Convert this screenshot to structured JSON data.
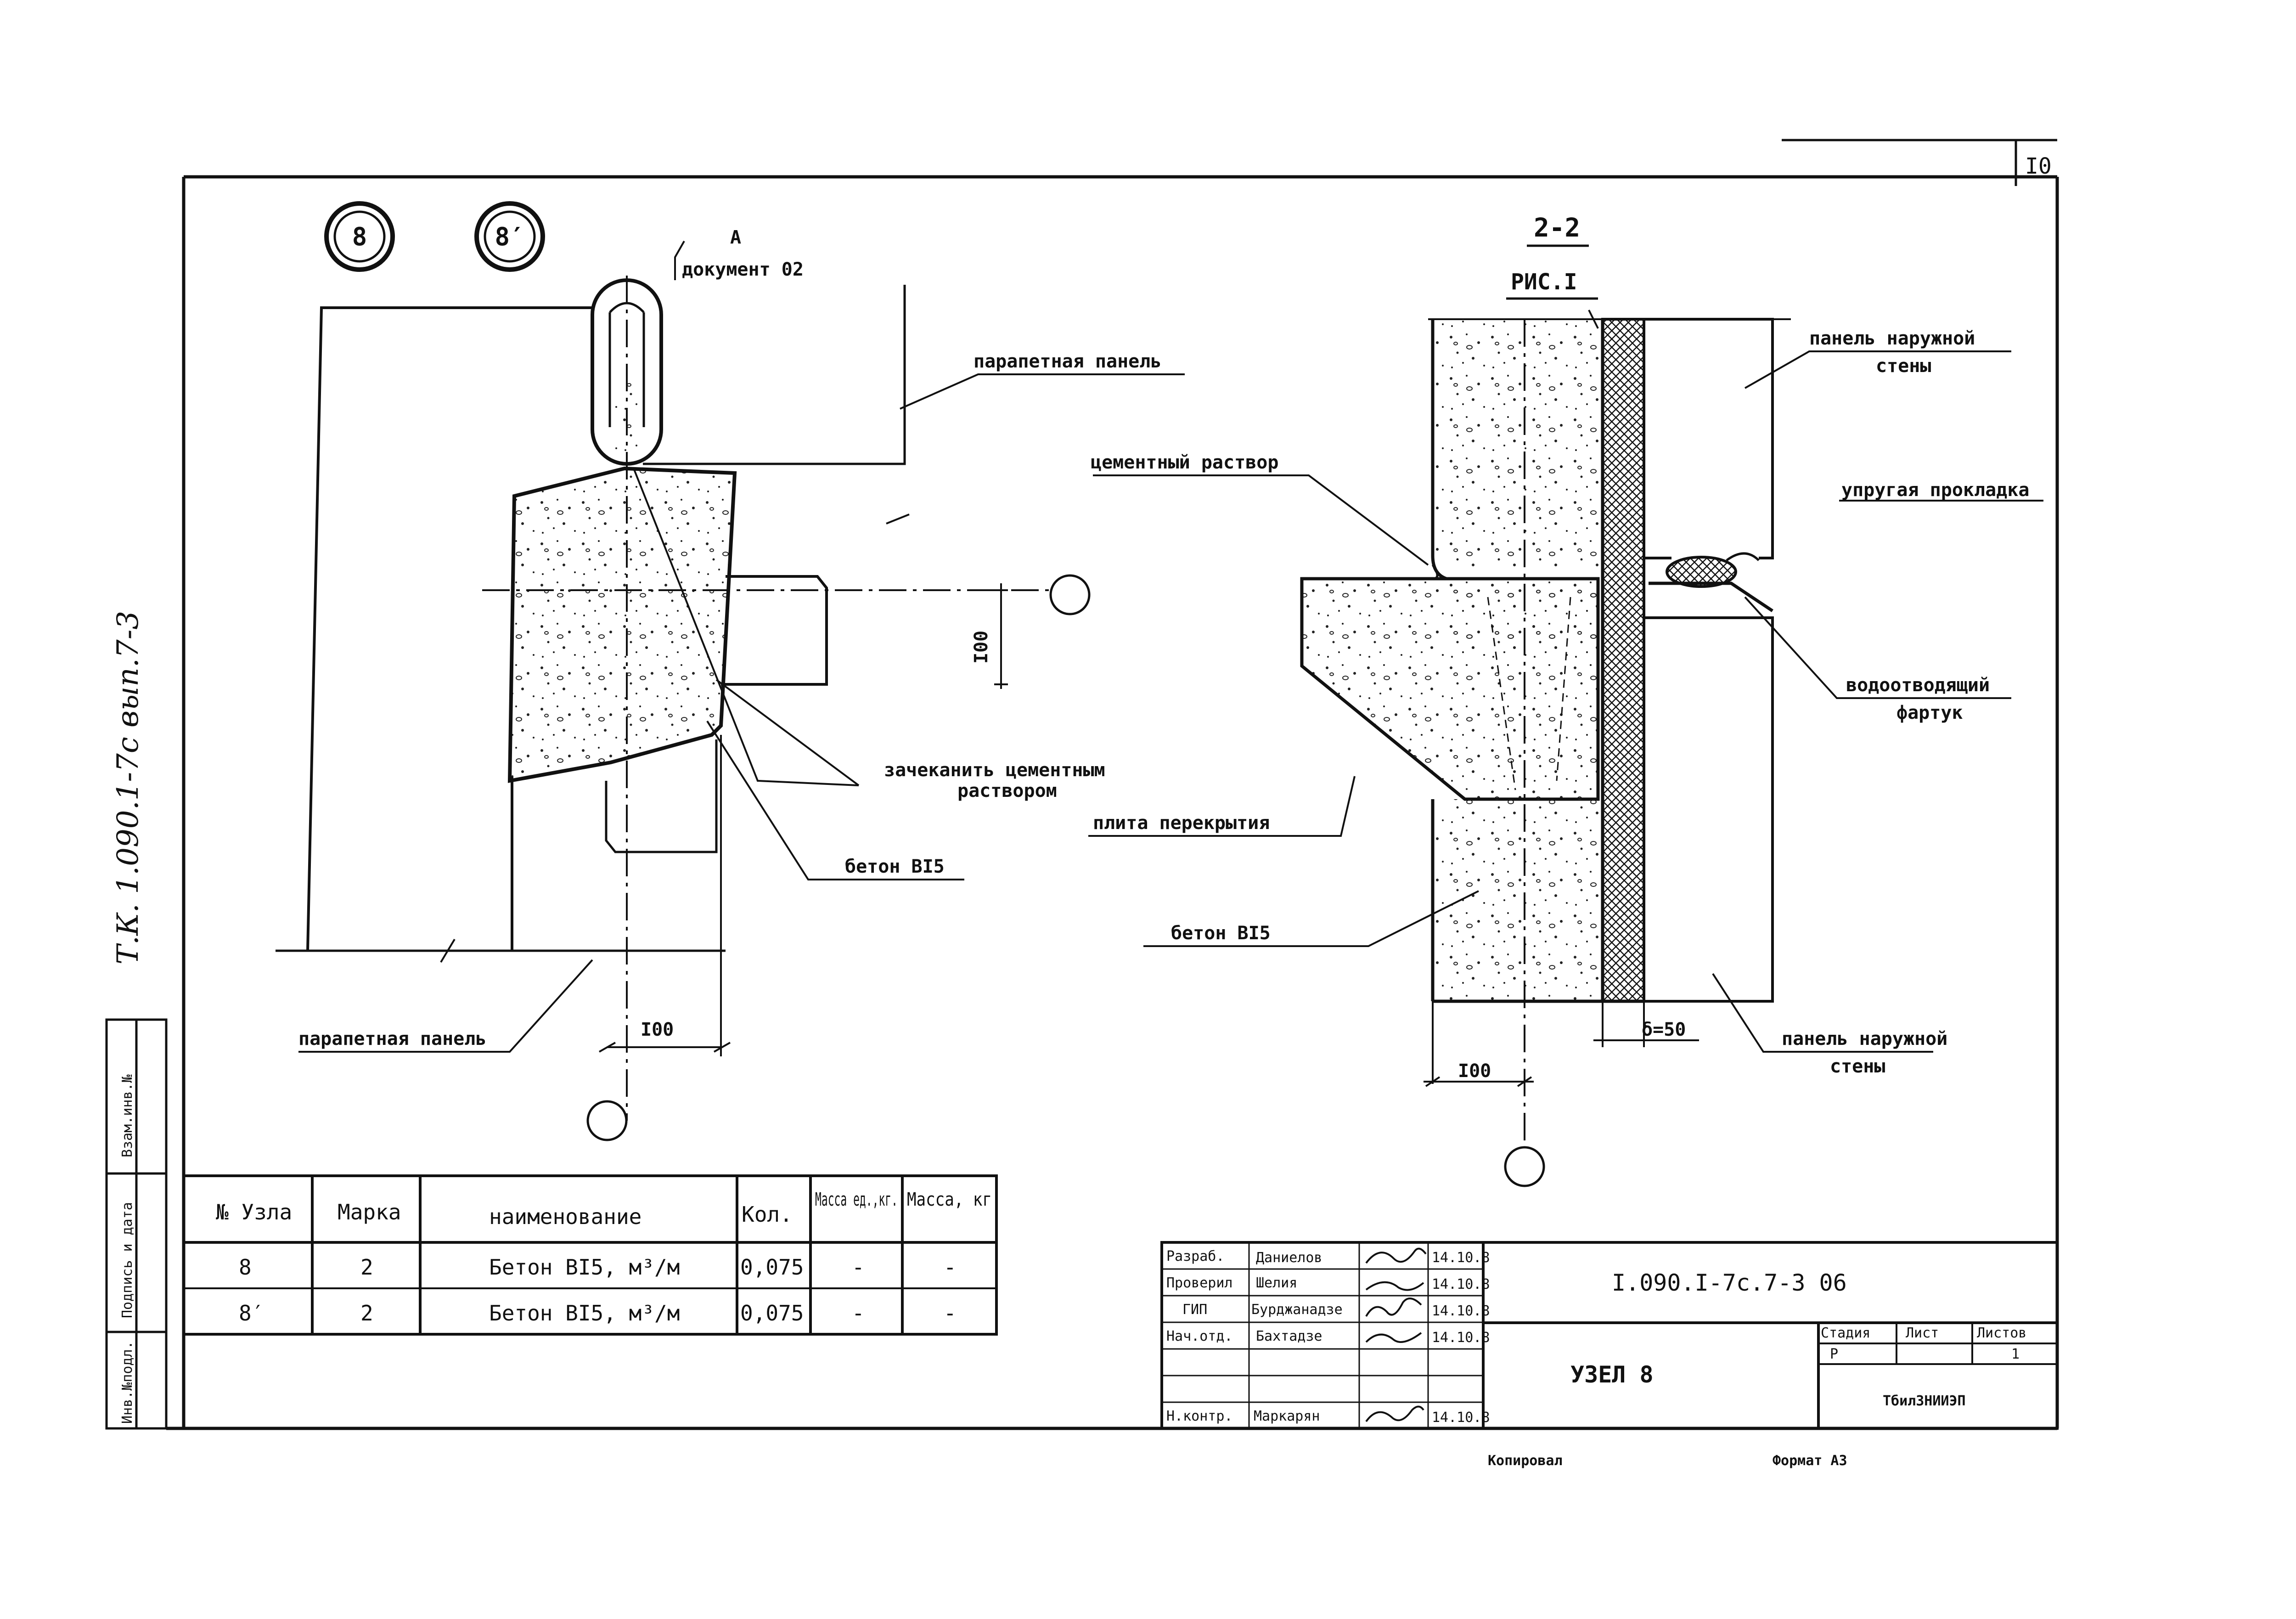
{
  "sheet": {
    "number": "I0",
    "side_note": "Т.К. 1.090.1-7с вып.7-3",
    "copied": "Копировал",
    "format": "Формат А3"
  },
  "left_strip": {
    "inv_orig": "Инв.№подл.",
    "sign_date": "Подпись и дата",
    "replace_inv": "Взам.инв.№"
  },
  "node_marks": [
    "8",
    "8′"
  ],
  "left_view": {
    "view_label": "А",
    "document": "документ 02",
    "parapet_top": "парапетная панель",
    "grout": "зачеканить цементным",
    "grout_line2": "раствором",
    "concrete": "бетон BI5",
    "parapet_bottom": "парапетная панель",
    "dim_vertical": "I00",
    "dim_horizontal": "I00"
  },
  "right_view": {
    "section": "2-2",
    "figure": "РИС.I",
    "outer_panel_top": "панель наружной",
    "outer_panel_top_2": "стены",
    "elastic": "упругая прокладка",
    "cement": "цементный раствор",
    "drain": "водоотводящий",
    "drain_2": "фартук",
    "slab": "плита перекрытия",
    "concrete": "бетон BI5",
    "delta": "δ=50",
    "dim_horizontal": "I00",
    "outer_panel_bottom": "панель наружной",
    "outer_panel_bottom_2": "стены"
  },
  "spec_table": {
    "headers": [
      "№ Узла",
      "Марка",
      "наименование",
      "Кол.",
      "Масса ед.,кг.",
      "Масса, кг"
    ],
    "rows": [
      [
        "8",
        "2",
        "Бетон BI5,  м³/м",
        "0,075",
        "-",
        "-"
      ],
      [
        "8′",
        "2",
        "Бетон BI5,  м³/м",
        "0,075",
        "-",
        "-"
      ]
    ]
  },
  "title_block": {
    "code": "I.090.I-7с.7-3 06",
    "title": "УЗЕЛ 8",
    "org": "ТбилЗНИИЭП",
    "stage_header": "Стадия",
    "sheet_header": "Лист",
    "sheets_header": "Листов",
    "stage": "Р",
    "sheets": "1",
    "roles": [
      {
        "role": "Разраб.",
        "name": "Даниелов",
        "date": "14.10.8"
      },
      {
        "role": "Проверил",
        "name": "Шелия",
        "date": "14.10.8"
      },
      {
        "role": "ГИП",
        "name": "Бурджанадзе",
        "date": "14.10.8"
      },
      {
        "role": "Нач.отд.",
        "name": "Бахтадзе",
        "date": "14.10.8"
      },
      {
        "role": "",
        "name": "",
        "date": ""
      },
      {
        "role": "",
        "name": "",
        "date": ""
      },
      {
        "role": "Н.контр.",
        "name": "Маркарян",
        "date": "14.10.8"
      }
    ]
  }
}
